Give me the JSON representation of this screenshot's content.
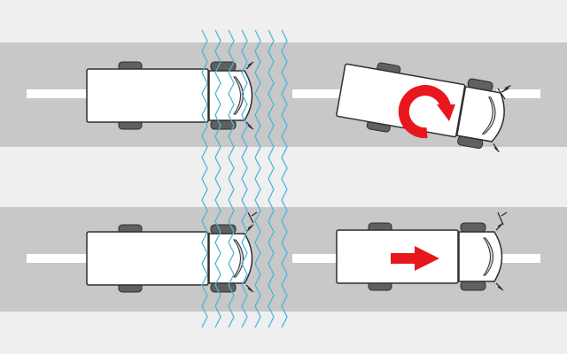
{
  "colors": {
    "background": "#efeff0",
    "road": "#c8c8c8",
    "lane_marking": "#ffffff",
    "vehicle_body": "#ffffff",
    "vehicle_outline": "#2e2e2e",
    "tire": "#606060",
    "shockwave": "#4ab6dc",
    "arrow": "#e8171d"
  },
  "rows": [
    {
      "name": "top-road",
      "without_barrier": "normal-truck",
      "with_barrier": "rotated-truck",
      "indicator": "rotation-arrow-icon"
    },
    {
      "name": "bottom-road",
      "without_barrier": "normal-truck",
      "with_barrier": "straight-truck",
      "indicator": "right-arrow-icon"
    }
  ],
  "icons": [
    "truck-icon",
    "zigzag-wave-icon",
    "rotation-arrow-icon",
    "right-arrow-icon",
    "antenna-icon"
  ]
}
